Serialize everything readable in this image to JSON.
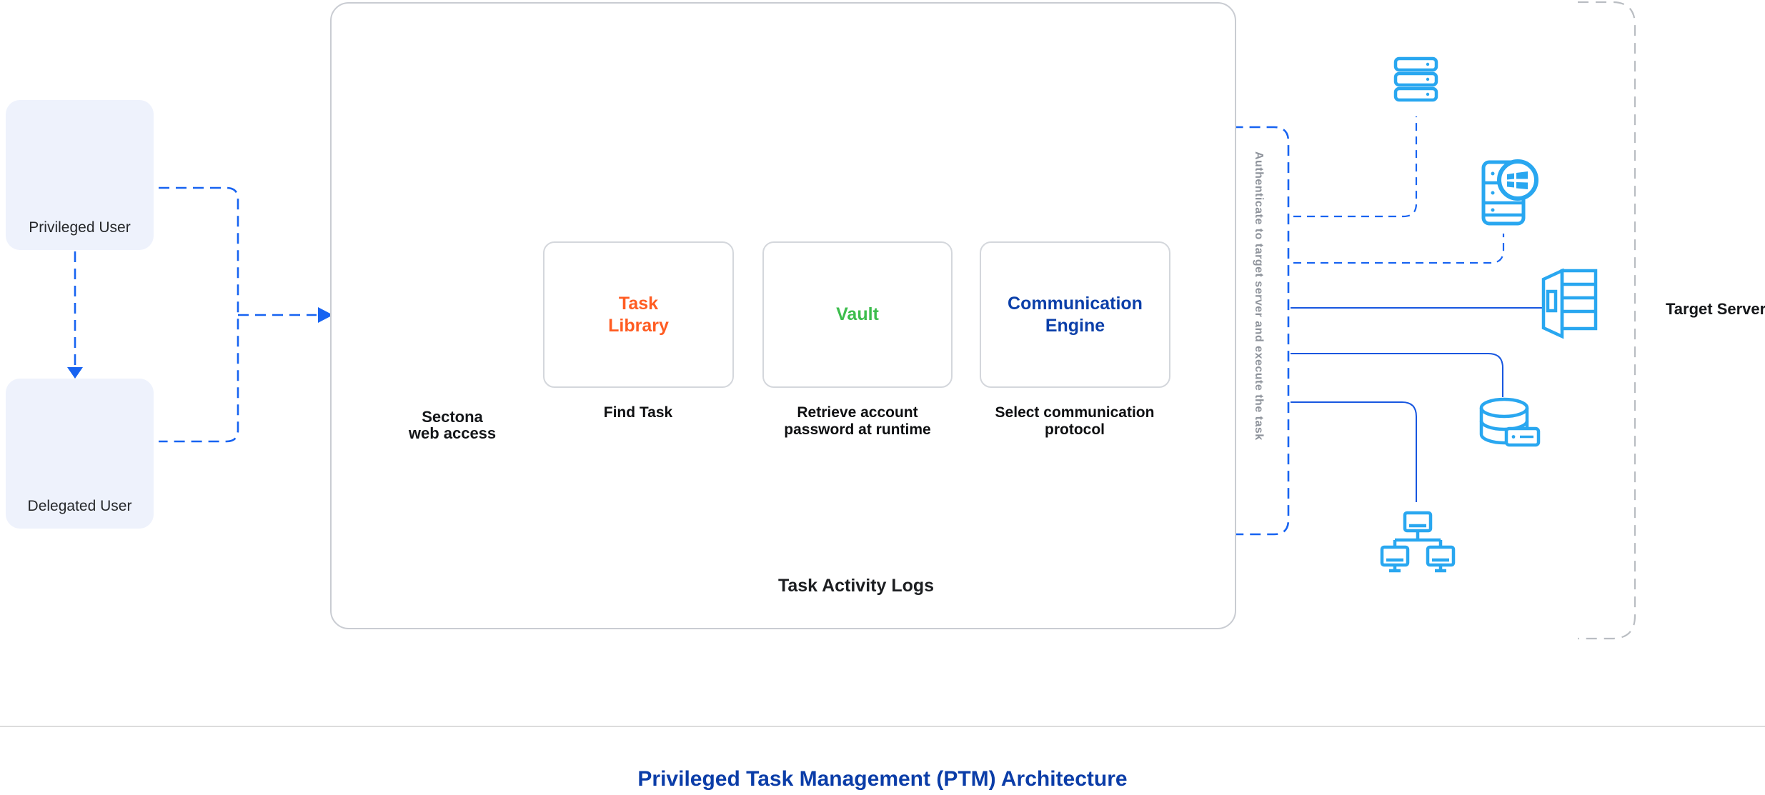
{
  "page_title": "Privileged Task Management (PTM) Architecture",
  "actors": {
    "privileged": {
      "label": "Privileged User"
    },
    "delegated": {
      "label": "Delegated User"
    }
  },
  "gateway": {
    "line1": "Sectona",
    "line2": "web access"
  },
  "modules": [
    {
      "id": "task-library",
      "title_lines": [
        "Task",
        "Library"
      ],
      "caption_lines": [
        "Find Task"
      ]
    },
    {
      "id": "vault",
      "title_lines": [
        "Vault"
      ],
      "caption_lines": [
        "Retrieve account",
        "password at runtime"
      ]
    },
    {
      "id": "communication-engine",
      "title_lines": [
        "Communication",
        "Engine"
      ],
      "caption_lines": [
        "Select communication",
        "protocol"
      ]
    }
  ],
  "logs": {
    "label": "Task Activity Logs"
  },
  "flow_note": "Authenticate to target server and execute the task",
  "target_zone": {
    "label": "Target Server"
  },
  "colors": {
    "flow_dashed_blue": "#1763F1",
    "flow_solid_blue": "#1857E0",
    "hexagon_blue": "#0C62F2",
    "task_library_orange": "#FF5C22",
    "vault_green": "#3DBD4D",
    "comm_engine_blue": "#0B3FA9",
    "privileged_icon_orange": "#F4530E",
    "delegated_icon_green": "#3DBA4E",
    "server_icon_cyan": "#29A7F0",
    "logs_icon_teal": "#12B5A4",
    "side_note_gray": "#8E939B",
    "title_navy": "#0B3DA8"
  }
}
